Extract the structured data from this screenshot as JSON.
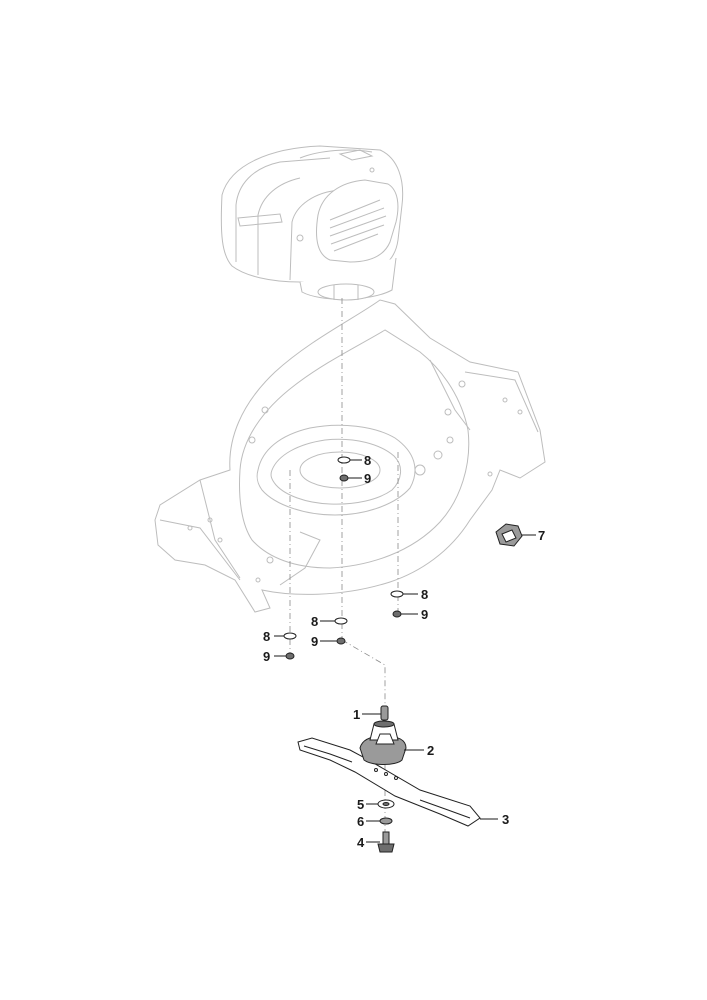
{
  "callouts": {
    "c1": "1",
    "c2": "2",
    "c3": "3",
    "c4": "4",
    "c5": "5",
    "c6": "6",
    "c7": "7",
    "c8a": "8",
    "c9a": "9",
    "c8b": "8",
    "c9b": "9",
    "c8c": "8",
    "c9c": "9",
    "c8d": "8",
    "c9d": "9"
  },
  "parts": [
    {
      "ref": "1",
      "name": "key-pin"
    },
    {
      "ref": "2",
      "name": "blade-adapter"
    },
    {
      "ref": "3",
      "name": "blade"
    },
    {
      "ref": "4",
      "name": "bolt"
    },
    {
      "ref": "5",
      "name": "washer"
    },
    {
      "ref": "6",
      "name": "spring-washer"
    },
    {
      "ref": "7",
      "name": "clip"
    },
    {
      "ref": "8",
      "name": "washer"
    },
    {
      "ref": "9",
      "name": "nut"
    }
  ],
  "colors": {
    "ghost": "#bdbdbd",
    "ink": "#1a1a1a"
  }
}
